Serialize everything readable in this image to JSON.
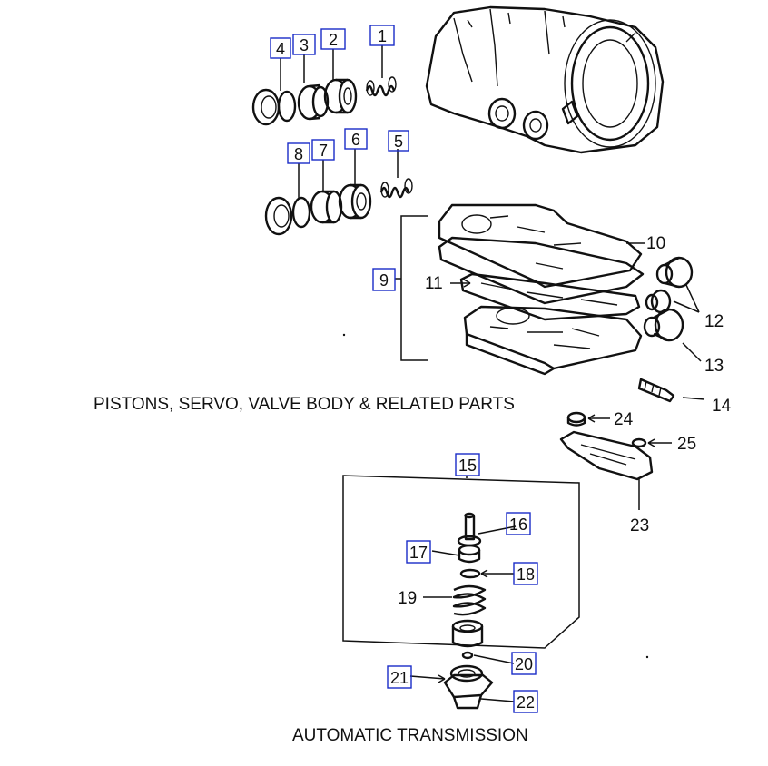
{
  "captions": {
    "section_title": "PISTONS, SERVO, VALVE BODY & RELATED PARTS",
    "footer_title": "AUTOMATIC TRANSMISSION"
  },
  "linked_callouts": {
    "c1": "1",
    "c2": "2",
    "c3": "3",
    "c4": "4",
    "c5": "5",
    "c6": "6",
    "c7": "7",
    "c8": "8",
    "c9": "9",
    "c15": "15",
    "c16": "16",
    "c17": "17",
    "c18": "18",
    "c20": "20",
    "c21": "21",
    "c22": "22"
  },
  "plain_callouts": {
    "c10": "10",
    "c11": "11",
    "c12": "12",
    "c13": "13",
    "c14": "14",
    "c19": "19",
    "c23": "23",
    "c24": "24",
    "c25": "25"
  },
  "colors": {
    "link_box": "#1a2cc8",
    "line": "#111111",
    "background": "#ffffff"
  }
}
